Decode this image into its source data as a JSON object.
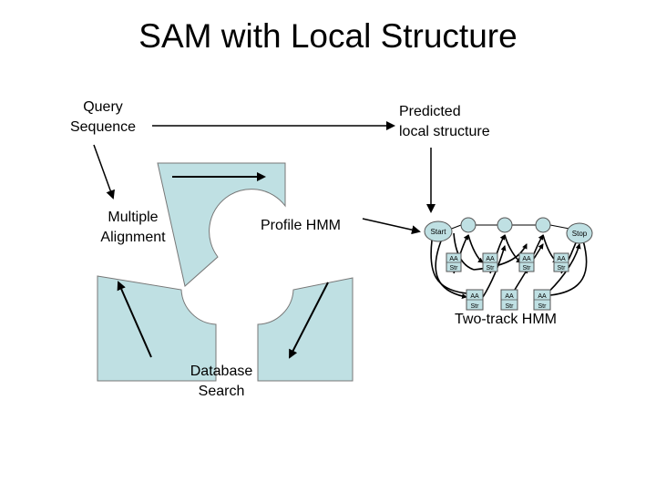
{
  "slide": {
    "title": "SAM with Local Structure"
  },
  "labels": {
    "query_sequence_line1": "Query",
    "query_sequence_line2": "Sequence",
    "predicted_line1": "Predicted",
    "predicted_line2": "local structure",
    "multiple_alignment_line1": "Multiple",
    "multiple_alignment_line2": "Alignment",
    "profile_hmm": "Profile HMM",
    "database_search_line1": "Database",
    "database_search_line2": "Search",
    "two_track_hmm": "Two-track HMM"
  },
  "hmm": {
    "start_label": "Start",
    "stop_label": "Stop",
    "top_row": [
      {
        "aa": "AA",
        "str": "Str"
      },
      {
        "aa": "AA",
        "str": "Str"
      },
      {
        "aa": "AA",
        "str": "Str"
      },
      {
        "aa": "AA",
        "str": "Str"
      }
    ],
    "bottom_row": [
      {
        "aa": "AA",
        "str": "Str"
      },
      {
        "aa": "AA",
        "str": "Str"
      },
      {
        "aa": "AA",
        "str": "Str"
      }
    ]
  },
  "colors": {
    "sector_fill": "#bfe0e3",
    "node_fill": "#bfe0e3",
    "stroke": "#000000"
  }
}
